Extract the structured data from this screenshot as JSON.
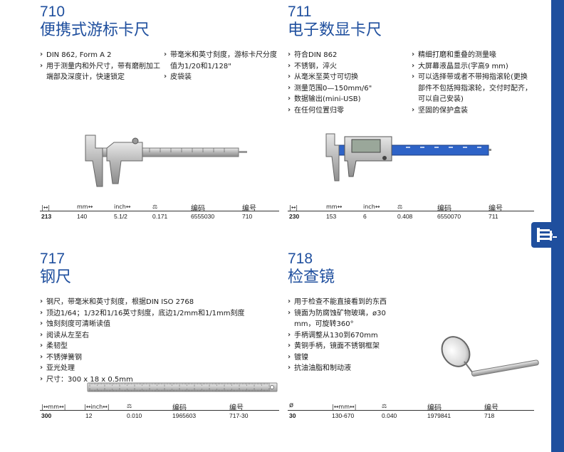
{
  "colors": {
    "accent": "#1f4f9e"
  },
  "side_tab_icon": "calipers-icon",
  "products": [
    {
      "number": "710",
      "title": "便携式游标卡尺",
      "features_left": [
        "DIN 862, Form A 2",
        "用于测量内和外尺寸，带有磨削加工端部及深度计，快速锁定"
      ],
      "features_right": [
        "带毫米和英寸刻度，游标卡尺分度值为1/20和1/128\"",
        "皮袋装"
      ],
      "table": {
        "headers": [
          "mm",
          "inch",
          "",
          "编码",
          "编号"
        ],
        "header_icons": [
          "length-range-icon",
          "caliper-mm-icon",
          "caliper-inch-icon",
          "scale-weight-icon"
        ],
        "row": [
          "213",
          "140",
          "5.1/2",
          "0.171",
          "6555030",
          "710"
        ]
      }
    },
    {
      "number": "711",
      "title": "电子数显卡尺",
      "features_left": [
        "符合DIN 862",
        "不锈钢，淬火",
        "从毫米至英寸可切换",
        "测量范围0—150mm/6\"",
        "数据输出(mini-USB)",
        "在任何位置归零"
      ],
      "features_right": [
        "精细打磨和重叠的测量喙",
        "大屏幕液晶显示(字高9 mm)",
        "可以选择带或者不带拇指滚轮(更换部件不包括拇指滚轮，交付时配齐，可以自己安装)",
        "坚固的保护盒装"
      ],
      "table": {
        "headers": [
          "mm",
          "inch",
          "",
          "编码",
          "编号"
        ],
        "header_icons": [
          "length-range-icon",
          "caliper-mm-icon",
          "caliper-inch-icon",
          "scale-weight-icon"
        ],
        "row": [
          "230",
          "153",
          "6",
          "0.408",
          "6550070",
          "711"
        ]
      }
    },
    {
      "number": "717",
      "title": "钢尺",
      "features": [
        "钢尺，带毫米和英寸刻度，根据DIN ISO 2768",
        "顶边1/64；1/32和1/16英寸刻度，底边1/2mm和1/1mm刻度",
        "蚀刻刻度可清晰读值",
        "阅读从左至右",
        "柔韧型",
        "不锈弹簧钢",
        "亚光处理",
        "尺寸：300 x 18 x 0.5mm"
      ],
      "table": {
        "headers": [
          "mm",
          "inch",
          "",
          "编码",
          "编号"
        ],
        "header_icons": [
          "length-range-icon",
          "inch-range-icon",
          "scale-weight-icon"
        ],
        "row": [
          "300",
          "12",
          "0.010",
          "1965603",
          "717-30"
        ]
      }
    },
    {
      "number": "718",
      "title": "检查镜",
      "features": [
        "用于检查不能直接看到的东西",
        "镜面为防腐蚀矿物玻璃，ø30 mm，可旋转360°",
        "手柄调整从130到670mm",
        "黄铜手柄，镜面不锈钢框架",
        "镀镍",
        "抗油油脂和制动液"
      ],
      "table": {
        "headers": [
          "ø",
          "mm",
          "",
          "编码",
          "编号"
        ],
        "header_icons": [
          "length-range-icon",
          "scale-weight-icon"
        ],
        "row": [
          "30",
          "130-670",
          "0.040",
          "1979841",
          "718"
        ]
      }
    }
  ]
}
